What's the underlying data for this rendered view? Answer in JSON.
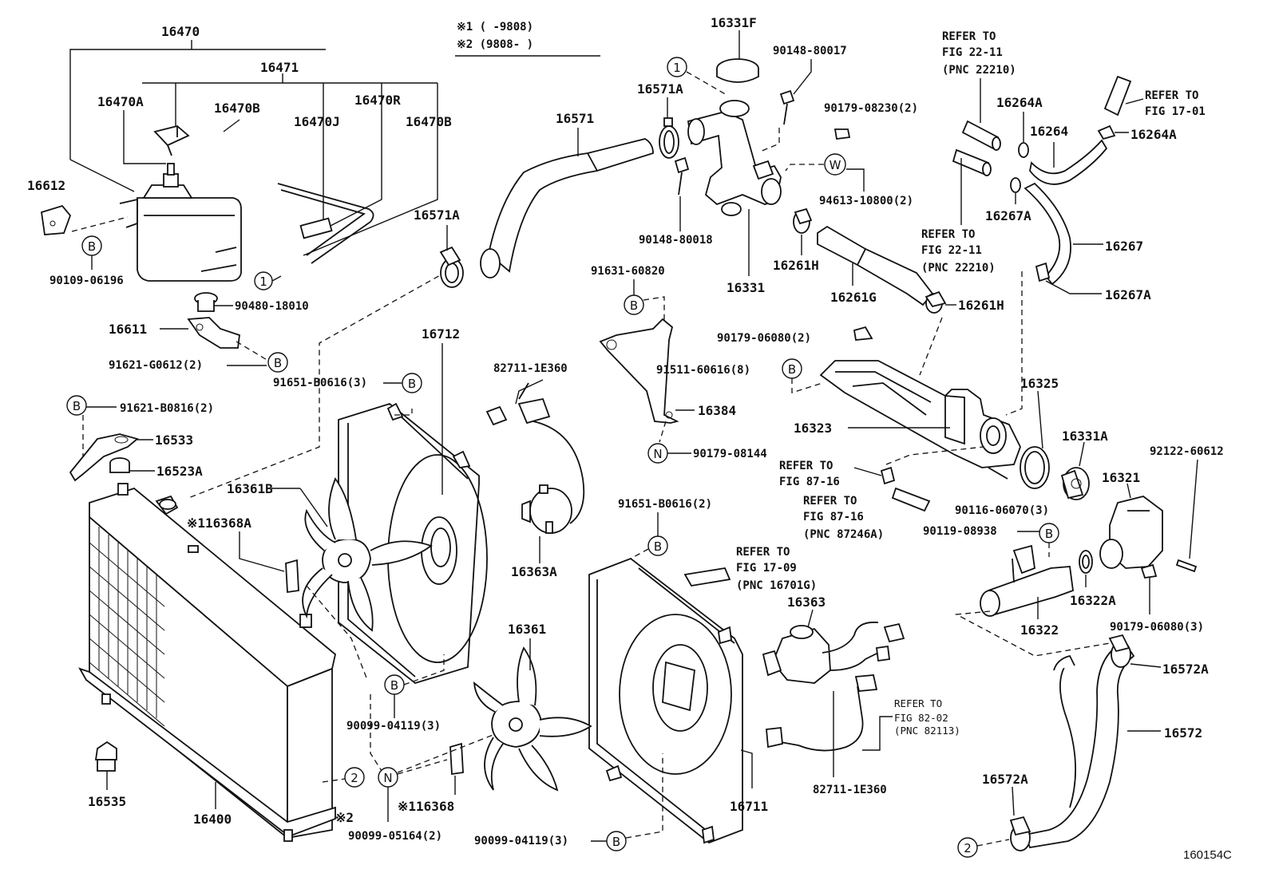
{
  "figure_code": "160154C",
  "applicability": {
    "note1": "※1 (     -9808)",
    "note2": "※2 (9808-     )"
  },
  "callouts": {
    "b": "B",
    "n": "N",
    "w": "W",
    "one": "1",
    "two": "2"
  },
  "labels": {
    "p16470": "16470",
    "p16471": "16471",
    "p16470A": "16470A",
    "p16470B_1": "16470B",
    "p16470R": "16470R",
    "p16470J": "16470J",
    "p16470B_2": "16470B",
    "p16612": "16612",
    "p90109": "90109-06196",
    "p90480": "90480-18010",
    "p16611": "16611",
    "p91621G": "91621-G0612(2)",
    "p91651a": "91651-B0616(3)",
    "p91621B": "91621-B0816(2)",
    "p16533": "16533",
    "p16523A": "16523A",
    "p16361B": "16361B",
    "p16368A": "※116368A",
    "p16712": "16712",
    "p16571A_1": "16571A",
    "p16571": "16571",
    "p16571A_2": "16571A",
    "p16331F": "16331F",
    "p90148a": "90148-80017",
    "p90179a": "90179-08230(2)",
    "p94613": "94613-10800(2)",
    "p90148b": "90148-80018",
    "p16331": "16331",
    "p16261H_1": "16261H",
    "p16261G": "16261G",
    "p16261H_2": "16261H",
    "ref1a": "REFER TO",
    "ref1b": "FIG 22-11",
    "ref1c": "(PNC 22210)",
    "ref2a": "REFER TO",
    "ref2b": "FIG 17-01",
    "p16264A_1": "16264A",
    "p16264": "16264",
    "p16264A_2": "16264A",
    "p16267A_1": "16267A",
    "p16267": "16267",
    "p16267A_2": "16267A",
    "ref3a": "REFER TO",
    "ref3b": "FIG 22-11",
    "ref3c": "(PNC 22210)",
    "p91631": "91631-60820",
    "p16384": "16384",
    "p90179b": "90179-08144",
    "p82711a": "82711-1E360",
    "p16363A": "16363A",
    "p90179c": "90179-06080(2)",
    "p91511": "91511-60616(8)",
    "p16325": "16325",
    "p16323": "16323",
    "p16331A": "16331A",
    "p92122": "92122-60612",
    "p16321": "16321",
    "ref4a": "REFER TO",
    "ref4b": "FIG 87-16",
    "ref5a": "REFER TO",
    "ref5b": "FIG 87-16",
    "ref5c": "(PNC 87246A)",
    "p90116": "90116-06070(3)",
    "p90119": "90119-08938",
    "p16322A": "16322A",
    "p16322": "16322",
    "p90179d": "90179-06080(3)",
    "p16572A_1": "16572A",
    "p16572": "16572",
    "p16572A_2": "16572A",
    "p91651b": "91651-B0616(2)",
    "ref6a": "REFER TO",
    "ref6b": "FIG 17-09",
    "ref6c": "(PNC 16701G)",
    "p16363": "16363",
    "p16361": "16361",
    "ref7a": "REFER TO",
    "ref7b": "FIG 82-02",
    "ref7c": "(PNC 82113)",
    "p82711b": "82711-1E360",
    "p16711": "16711",
    "p90099a": "90099-04119(3)",
    "p90099b": "90099-05164(2)",
    "p16368": "※116368",
    "p90099c": "90099-04119(3)",
    "p16535": "16535",
    "p16400": "16400",
    "star2": "※2"
  }
}
